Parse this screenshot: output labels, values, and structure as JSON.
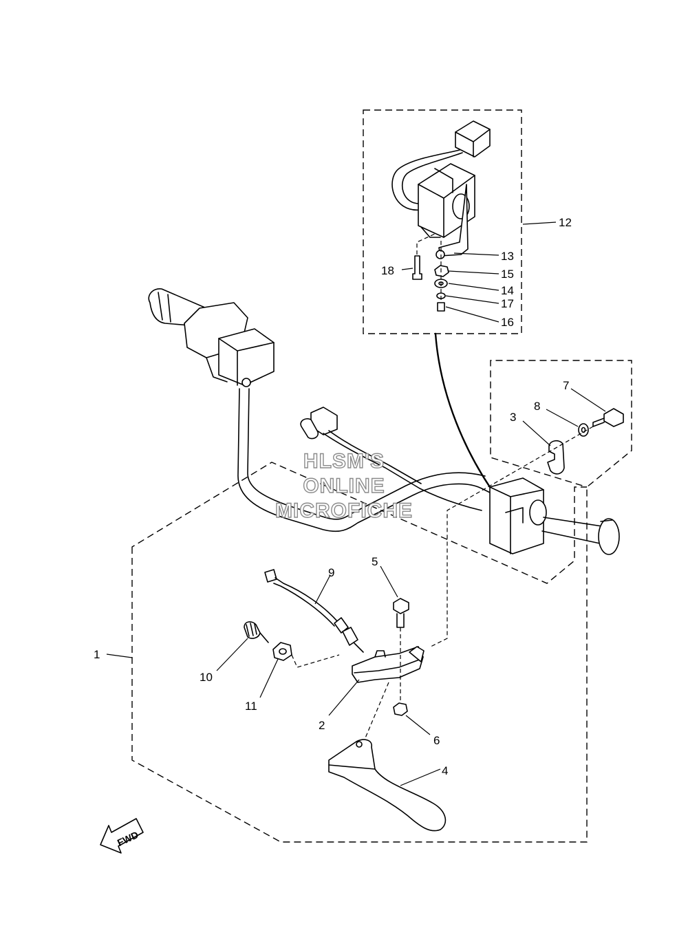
{
  "watermark": {
    "line1": "HLSM'S",
    "line2": "ONLINE",
    "line3": "MICROFICHE"
  },
  "fwd_label": "FWD",
  "callouts": {
    "c1": "1",
    "c2": "2",
    "c3": "3",
    "c4": "4",
    "c5": "5",
    "c6": "6",
    "c7": "7",
    "c8": "8",
    "c9": "9",
    "c10": "10",
    "c11": "11",
    "c12": "12",
    "c13": "13",
    "c14": "14",
    "c15": "15",
    "c16": "16",
    "c17": "17",
    "c18": "18"
  }
}
